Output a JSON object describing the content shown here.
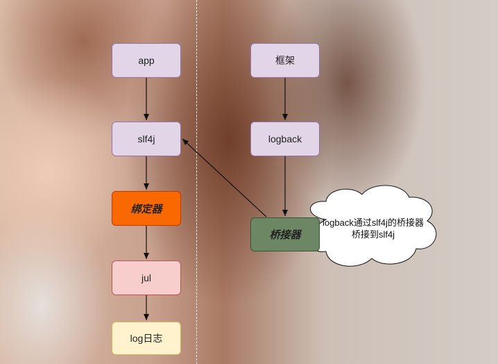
{
  "nodes": {
    "app": "app",
    "slf4j": "slf4j",
    "binder": "绑定器",
    "jul": "jul",
    "log": "log日志",
    "framework": "框架",
    "logback": "logback",
    "bridge": "桥接器"
  },
  "note": {
    "line1": "logback通过slf4j的桥接器",
    "line2": "桥接到slf4j"
  },
  "colors": {
    "purple_fill": "#e1d5e7",
    "orange_fill": "#fa6800",
    "pink_fill": "#f8cecc",
    "yellow_fill": "#fff2cc",
    "green_fill": "#6d8764"
  }
}
